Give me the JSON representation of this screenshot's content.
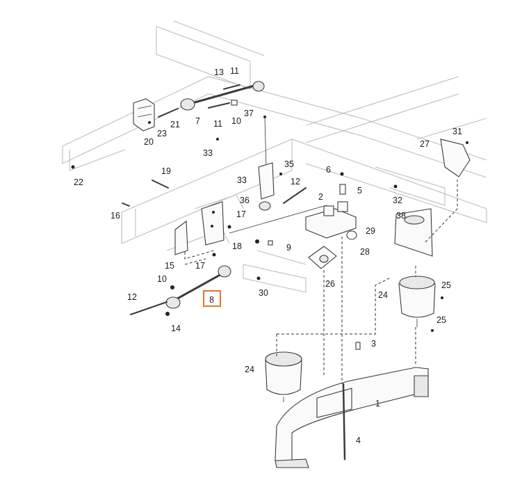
{
  "highlight_color": "#e0782e",
  "highlighted_callout": "8",
  "callouts": [
    {
      "label": "13",
      "name": "callout-13"
    },
    {
      "label": "11",
      "name": "callout-11-top"
    },
    {
      "label": "37",
      "name": "callout-37"
    },
    {
      "label": "7",
      "name": "callout-7"
    },
    {
      "label": "11",
      "name": "callout-11-mid"
    },
    {
      "label": "10",
      "name": "callout-10-top"
    },
    {
      "label": "21",
      "name": "callout-21"
    },
    {
      "label": "23",
      "name": "callout-23"
    },
    {
      "label": "20",
      "name": "callout-20"
    },
    {
      "label": "31",
      "name": "callout-31"
    },
    {
      "label": "27",
      "name": "callout-27"
    },
    {
      "label": "33",
      "name": "callout-33-upper"
    },
    {
      "label": "35",
      "name": "callout-35"
    },
    {
      "label": "6",
      "name": "callout-6"
    },
    {
      "label": "5",
      "name": "callout-5"
    },
    {
      "label": "22",
      "name": "callout-22"
    },
    {
      "label": "19",
      "name": "callout-19"
    },
    {
      "label": "33",
      "name": "callout-33-lower"
    },
    {
      "label": "12",
      "name": "callout-12-top"
    },
    {
      "label": "2",
      "name": "callout-2"
    },
    {
      "label": "32",
      "name": "callout-32"
    },
    {
      "label": "16",
      "name": "callout-16"
    },
    {
      "label": "36",
      "name": "callout-36"
    },
    {
      "label": "17",
      "name": "callout-17-top"
    },
    {
      "label": "38",
      "name": "callout-38"
    },
    {
      "label": "29",
      "name": "callout-29"
    },
    {
      "label": "18",
      "name": "callout-18"
    },
    {
      "label": "9",
      "name": "callout-9"
    },
    {
      "label": "28",
      "name": "callout-28"
    },
    {
      "label": "15",
      "name": "callout-15"
    },
    {
      "label": "17",
      "name": "callout-17-mid"
    },
    {
      "label": "10",
      "name": "callout-10-low"
    },
    {
      "label": "26",
      "name": "callout-26"
    },
    {
      "label": "30",
      "name": "callout-30"
    },
    {
      "label": "25",
      "name": "callout-25-upper"
    },
    {
      "label": "24",
      "name": "callout-24-right"
    },
    {
      "label": "12",
      "name": "callout-12-low"
    },
    {
      "label": "8",
      "name": "callout-8"
    },
    {
      "label": "14",
      "name": "callout-14"
    },
    {
      "label": "25",
      "name": "callout-25-lower"
    },
    {
      "label": "3",
      "name": "callout-3"
    },
    {
      "label": "24",
      "name": "callout-24-left"
    },
    {
      "label": "1",
      "name": "callout-1"
    },
    {
      "label": "4",
      "name": "callout-4"
    }
  ]
}
